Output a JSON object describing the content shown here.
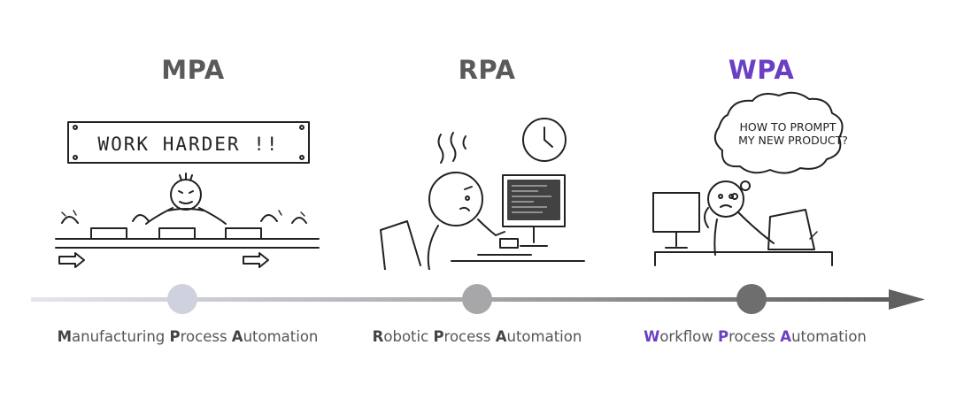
{
  "eras": [
    {
      "title": "MPA",
      "caption_parts": [
        {
          "initial": "M",
          "rest": "anufacturing "
        },
        {
          "initial": "P",
          "rest": "rocess "
        },
        {
          "initial": "A",
          "rest": "utomation"
        }
      ],
      "sign_text": "WORK HARDER !!"
    },
    {
      "title": "RPA",
      "caption_parts": [
        {
          "initial": "R",
          "rest": "obotic "
        },
        {
          "initial": "P",
          "rest": "rocess "
        },
        {
          "initial": "A",
          "rest": "utomation"
        }
      ]
    },
    {
      "title": "WPA",
      "caption_parts": [
        {
          "initial": "W",
          "rest": "orkflow "
        },
        {
          "initial": "P",
          "rest": "rocess "
        },
        {
          "initial": "A",
          "rest": "utomation"
        }
      ],
      "thought_line1": "HOW TO PROMPT",
      "thought_line2": "MY NEW PRODUCT?"
    }
  ],
  "colors": {
    "accent": "#6a3fc4",
    "title_gray": "#5a5a5a",
    "node_1": "#cfd2de",
    "node_2": "#a7a7a9",
    "node_3": "#6e6e6e",
    "arrow": "#606060"
  }
}
